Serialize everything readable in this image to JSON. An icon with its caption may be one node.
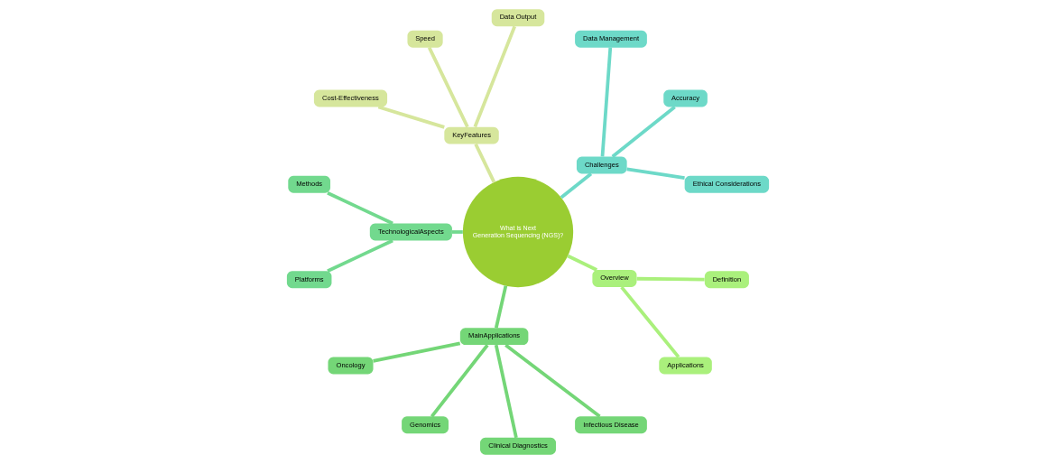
{
  "diagram": {
    "nodes": [
      {
        "text": [
          "What is Next Generation Sequencing (NGS)?"
        ]
      },
      {
        "text": [
          "Challenges"
        ]
      },
      {
        "text": [
          "Ethical Considerations"
        ]
      },
      {
        "text": [
          "Accuracy"
        ]
      },
      {
        "text": [
          "Data Management"
        ]
      },
      {
        "text": [
          "KeyFeatures"
        ]
      },
      {
        "text": [
          "Data Output"
        ]
      },
      {
        "text": [
          "Speed"
        ]
      },
      {
        "text": [
          "Cost-Effectiveness"
        ]
      },
      {
        "text": [
          "TechnologicalAspects"
        ]
      },
      {
        "text": [
          "Methods"
        ]
      },
      {
        "text": [
          "Platforms"
        ]
      },
      {
        "text": [
          "MainApplications"
        ]
      },
      {
        "text": [
          "Oncology"
        ]
      },
      {
        "text": [
          "Genomics"
        ]
      },
      {
        "text": [
          "Clinical Diagnostics"
        ]
      },
      {
        "text": [
          "Infectious Disease"
        ]
      },
      {
        "text": [
          "Overview"
        ]
      },
      {
        "text": [
          "Applications"
        ]
      },
      {
        "text": [
          "Definition"
        ]
      }
    ],
    "edges": [
      {
        "from": 0,
        "to": 1,
        "arrow": "none",
        "color": "#6dd9c8"
      },
      {
        "from": 1,
        "to": 2,
        "arrow": "none",
        "color": "#6dd9c8"
      },
      {
        "from": 1,
        "to": 3,
        "arrow": "none",
        "color": "#6dd9c8"
      },
      {
        "from": 1,
        "to": 4,
        "arrow": "none",
        "color": "#6dd9c8"
      },
      {
        "from": 0,
        "to": 5,
        "arrow": "none",
        "color": "#d6e69c"
      },
      {
        "from": 5,
        "to": 6,
        "arrow": "none",
        "color": "#d6e69c"
      },
      {
        "from": 5,
        "to": 7,
        "arrow": "none",
        "color": "#d6e69c"
      },
      {
        "from": 5,
        "to": 8,
        "arrow": "none",
        "color": "#d6e69c"
      },
      {
        "from": 0,
        "to": 9,
        "arrow": "none",
        "color": "#72d98e"
      },
      {
        "from": 9,
        "to": 10,
        "arrow": "none",
        "color": "#72d98e"
      },
      {
        "from": 9,
        "to": 11,
        "arrow": "none",
        "color": "#72d98e"
      },
      {
        "from": 0,
        "to": 12,
        "arrow": "none",
        "color": "#74d677"
      },
      {
        "from": 12,
        "to": 13,
        "arrow": "none",
        "color": "#74d677"
      },
      {
        "from": 12,
        "to": 14,
        "arrow": "none",
        "color": "#74d677"
      },
      {
        "from": 12,
        "to": 15,
        "arrow": "none",
        "color": "#74d677"
      },
      {
        "from": 12,
        "to": 16,
        "arrow": "none",
        "color": "#74d677"
      },
      {
        "from": 0,
        "to": 17,
        "arrow": "none",
        "color": "#aaf07c"
      },
      {
        "from": 17,
        "to": 18,
        "arrow": "none",
        "color": "#aaf07c"
      },
      {
        "from": 17,
        "to": 19,
        "arrow": "none",
        "color": "#aaf07c"
      }
    ]
  }
}
